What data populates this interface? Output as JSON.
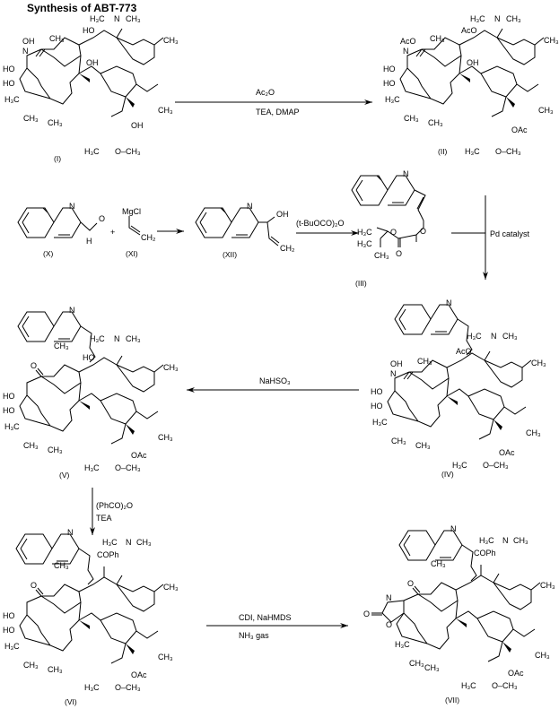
{
  "title": "Synthesis of ABT-773",
  "compounds": {
    "I": {
      "label": "(I)",
      "groups": {
        "oxime": "OH",
        "oxime_n": "N",
        "sugar_oh": "HO",
        "macro_oh": "OH",
        "cladinose_oh": "OH",
        "methoxy": "O–CH₃",
        "nme2": "N",
        "me": "CH₃",
        "h3c": "H₃C"
      }
    },
    "II": {
      "label": "(II)",
      "groups": {
        "oxime": "AcO",
        "oxime_n": "N",
        "sugar_oh": "AcO",
        "macro_oh": "OH",
        "cladinose_oh": "OAc",
        "methoxy": "O–CH₃",
        "nme2": "N",
        "me": "CH₃",
        "h3c": "H₃C"
      }
    },
    "IV": {
      "label": "(IV)",
      "groups": {
        "oxime": "OH",
        "oxime_n": "N",
        "sugar_oh": "AcO",
        "cladinose_oh": "OAc",
        "methoxy": "O–CH₃",
        "nme2": "N",
        "me": "CH₃",
        "h3c": "H₃C"
      }
    },
    "V": {
      "label": "(V)",
      "groups": {
        "ketone": "O",
        "sugar_oh": "HO",
        "cladinose_oh": "OAc",
        "methoxy": "O–CH₃",
        "nme2": "N",
        "me": "CH₃",
        "h3c": "H₃C"
      }
    },
    "VI": {
      "label": "(VI)",
      "groups": {
        "ketone": "O",
        "sugar_oh": "COPh",
        "cladinose_oh": "OAc",
        "methoxy": "O–CH₃",
        "nme2": "N",
        "me": "CH₃",
        "h3c": "H₃C"
      }
    },
    "VII": {
      "label": "(VII)",
      "groups": {
        "ketone": "O",
        "carbamate_nh": "N",
        "carbamate_o": "O",
        "sugar_oh": "COPh",
        "cladinose_oh": "OAc",
        "methoxy": "O–CH₃",
        "nme2": "N",
        "me": "CH₃",
        "h3c": "H₃C"
      }
    },
    "X": {
      "label": "(X)",
      "groups": {
        "n": "N",
        "o": "O",
        "h": "H"
      }
    },
    "XI": {
      "label": "(XI)",
      "groups": {
        "mg": "MgCl",
        "ch2": "CH₂"
      }
    },
    "XII": {
      "label": "(XII)",
      "groups": {
        "n": "N",
        "oh": "OH",
        "ch2": "CH₂"
      }
    },
    "III": {
      "label": "(III)",
      "groups": {
        "n": "N",
        "o": "O",
        "h3c": "H₃C",
        "ch3": "CH₃"
      }
    }
  },
  "plus_sign": "+",
  "reactions": [
    {
      "id": "I_to_II",
      "above": "Ac₂O",
      "below": "TEA, DMAP"
    },
    {
      "id": "X_XI_to_XII",
      "above": "",
      "below": ""
    },
    {
      "id": "XII_to_III",
      "above": "(t-BuOCO)₂O",
      "below": ""
    },
    {
      "id": "II_III_to_IV",
      "side": "Pd catalyst"
    },
    {
      "id": "IV_to_V",
      "above": "NaHSO₃",
      "below": ""
    },
    {
      "id": "V_to_VI",
      "line1": "(PhCO)₂O",
      "line2": "TEA"
    },
    {
      "id": "VI_to_VII",
      "above": "CDI, NaHMDS",
      "below": "NH₃ gas"
    }
  ]
}
